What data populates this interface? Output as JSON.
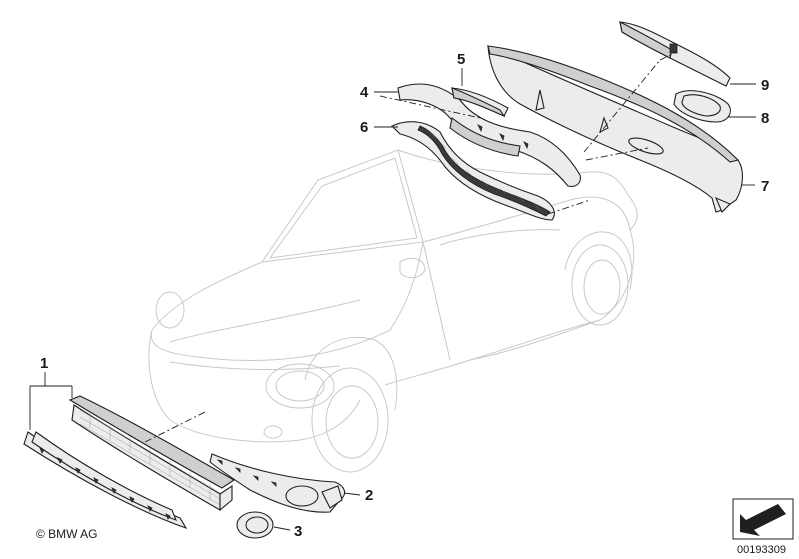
{
  "callouts": [
    {
      "id": "1",
      "text": "1"
    },
    {
      "id": "2",
      "text": "2"
    },
    {
      "id": "3",
      "text": "3"
    },
    {
      "id": "4",
      "text": "4"
    },
    {
      "id": "5",
      "text": "5"
    },
    {
      "id": "6",
      "text": "6"
    },
    {
      "id": "7",
      "text": "7"
    },
    {
      "id": "8",
      "text": "8"
    },
    {
      "id": "9",
      "text": "9"
    }
  ],
  "copyright": "© BMW AG",
  "diagram_number": "00193309",
  "icons": {
    "arrow_box": "orientation-arrow-icon"
  },
  "colors": {
    "line": "#1f1f1f",
    "car_outline": "#c9c9c9",
    "part_fill": "#ececec"
  }
}
